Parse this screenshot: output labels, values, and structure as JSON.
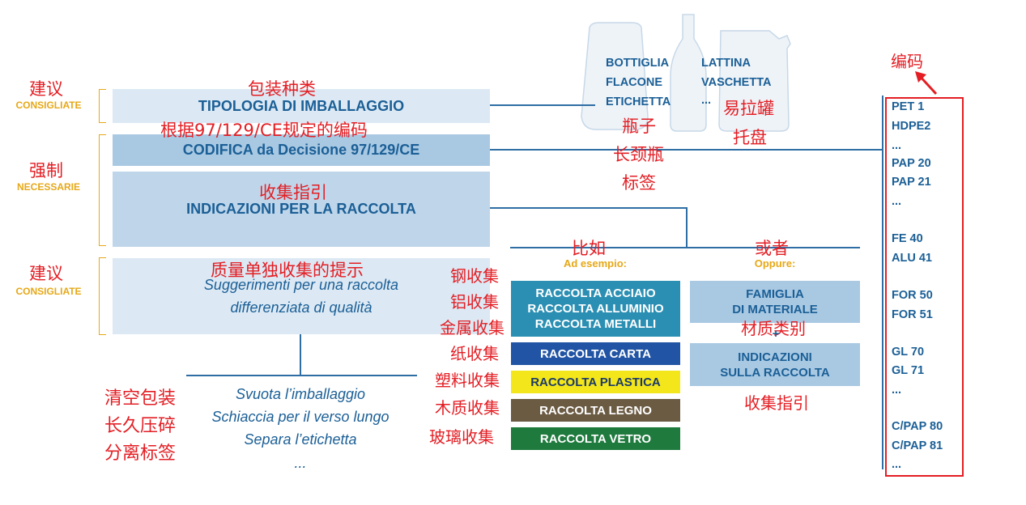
{
  "left_labels": {
    "advised_top_cn": "建议",
    "advised_top": "CONSIGLIATE",
    "mandatory_cn": "强制",
    "mandatory": "NECESSARIE",
    "advised_bottom_cn": "建议",
    "advised_bottom": "CONSIGLIATE"
  },
  "rows": {
    "tipologia_cn": "包装种类",
    "tipologia": "TIPOLOGIA DI IMBALLAGGIO",
    "codifica_cn": "根据97/129/CE规定的编码",
    "codifica": "CODIFICA da Decisione 97/129/CE",
    "indicazioni_cn": "收集指引",
    "indicazioni": "INDICAZIONI PER LA RACCOLTA",
    "suggerimenti_cn": "质量单独收集的提示",
    "suggerimenti_line1": "Suggerimenti per una raccolta",
    "suggerimenti_line2": "differenziata di qualità"
  },
  "packaging_types": {
    "col1": [
      "BOTTIGLIA",
      "FLACONE",
      "ETICHETTA"
    ],
    "col2": [
      "LATTINA",
      "VASCHETTA",
      "..."
    ],
    "cn_col1": [
      "瓶子",
      "长颈瓶",
      "标签"
    ],
    "cn_col2": [
      "易拉罐",
      "托盘"
    ]
  },
  "tips": {
    "cn": [
      "清空包装",
      "长久压碎",
      "分离标签"
    ],
    "it": [
      "Svuota l’imballaggio",
      "Schiaccia per il verso lungo",
      "Separa l’etichetta",
      "..."
    ]
  },
  "example": {
    "cn": "比如",
    "label": "Ad esempio:",
    "alt_cn": "或者",
    "alt_label": "Oppure:"
  },
  "collections": {
    "cn": [
      "钢收集",
      "铝收集",
      "金属收集",
      "纸收集",
      "塑料收集",
      "木质收集",
      "玻璃收集"
    ],
    "metal": [
      "RACCOLTA ACCIAIO",
      "RACCOLTA ALLUMINIO",
      "RACCOLTA METALLI"
    ],
    "carta": "RACCOLTA CARTA",
    "plastica": "RACCOLTA PLASTICA",
    "legno": "RACCOLTA LEGNO",
    "vetro": "RACCOLTA VETRO"
  },
  "alternative": {
    "famiglia": [
      "FAMIGLIA",
      "DI MATERIALE"
    ],
    "famiglia_cn": "材质类别",
    "plus": "+",
    "indicazioni": [
      "INDICAZIONI",
      "SULLA RACCOLTA"
    ],
    "indicazioni_cn": "收集指引"
  },
  "codes": {
    "header_cn": "编码",
    "list": [
      "PET 1",
      "HDPE2",
      "...",
      "PAP 20",
      "PAP 21",
      "...",
      "FE 40",
      "ALU 41",
      "FOR 50",
      "FOR 51",
      "GL 70",
      "GL 71",
      "...",
      "C/PAP 80",
      "C/PAP 81",
      "..."
    ]
  },
  "colors": {
    "box_light": "#dce9f4",
    "box_mid": "#a9c9e3",
    "metal": "#2b8fb3",
    "carta": "#2154a4",
    "plastica": "#f3e61a",
    "legno": "#6b5b43",
    "vetro": "#1f7a3e",
    "accent_red": "#e31e24",
    "gold": "#e6a817"
  }
}
